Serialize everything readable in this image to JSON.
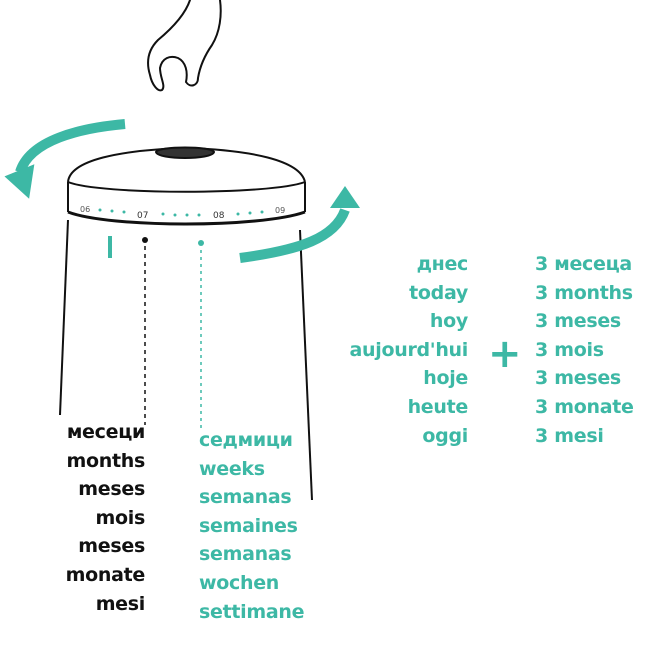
{
  "colors": {
    "accent": "#3db8a5",
    "ink": "#111111"
  },
  "dial": {
    "ticks": [
      "06",
      "07",
      "08",
      "09"
    ]
  },
  "months_column": [
    "месеци",
    "months",
    "meses",
    "mois",
    "meses",
    "monate",
    "mesi"
  ],
  "weeks_column": [
    "седмици",
    "weeks",
    "semanas",
    "semaines",
    "semanas",
    "wochen",
    "settimane"
  ],
  "today_column": [
    "днес",
    "today",
    "hoy",
    "aujourd'hui",
    "hoje",
    "heute",
    "oggi"
  ],
  "plus_sign": "+",
  "three_months_column": [
    "3 месеца",
    "3 months",
    "3 meses",
    "3 mois",
    "3 meses",
    "3 monate",
    "3 mesi"
  ]
}
